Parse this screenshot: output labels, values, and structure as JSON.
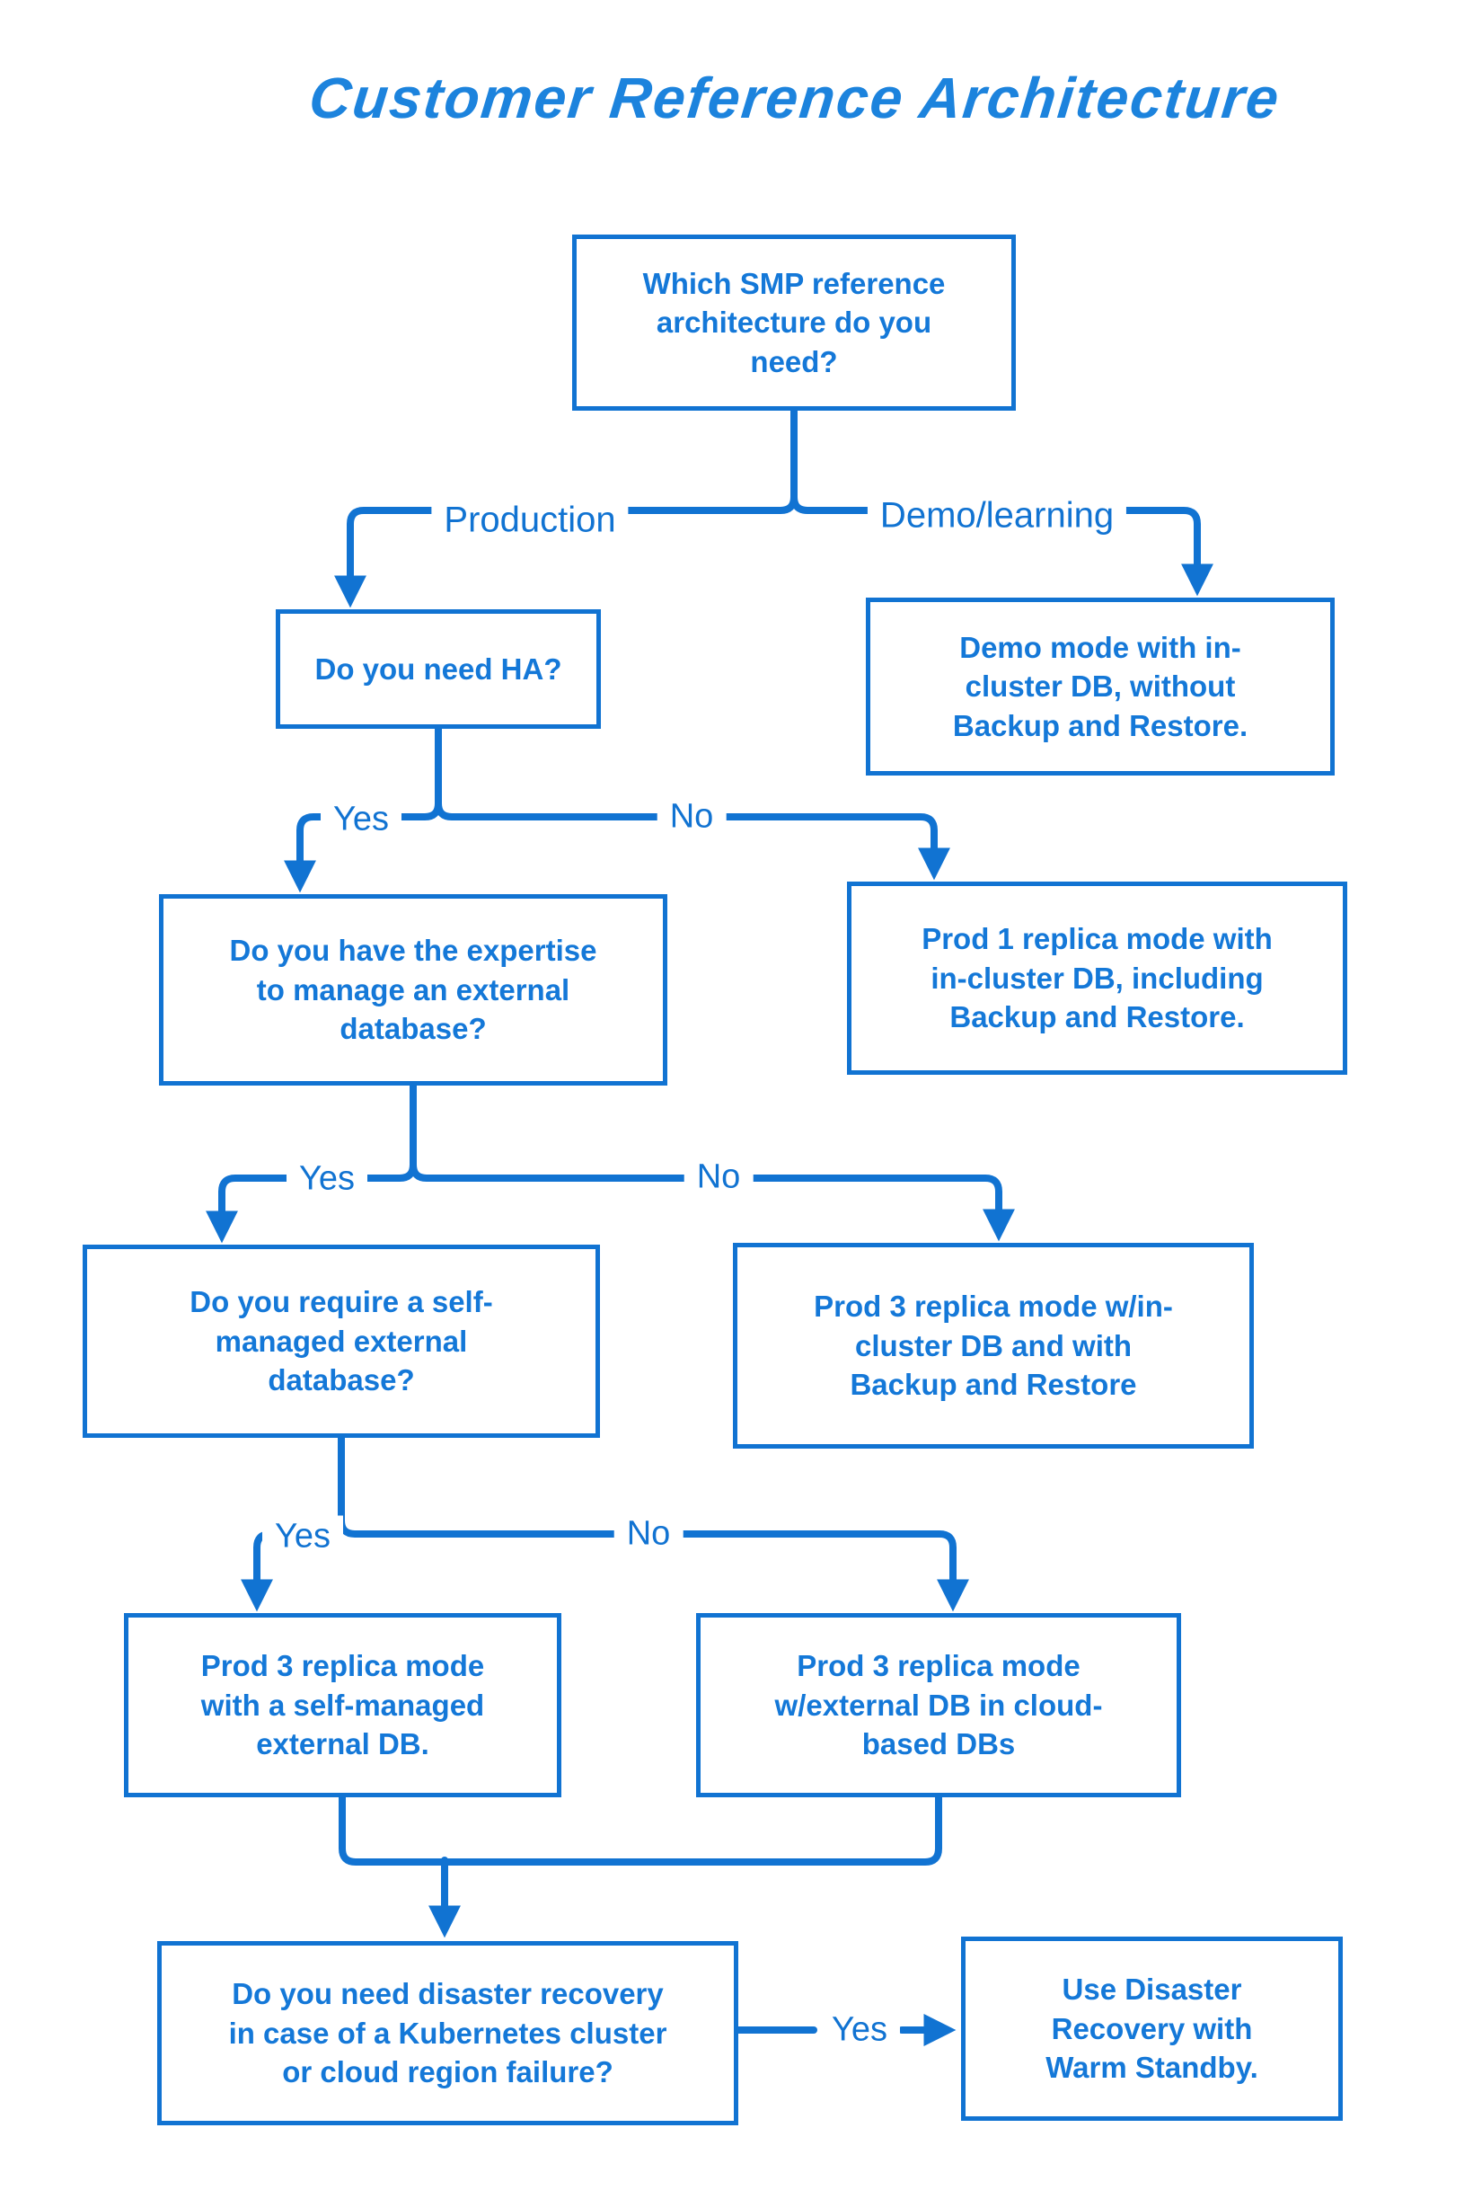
{
  "title": "Customer Reference Architecture",
  "colors": {
    "accent": "#1173d2",
    "text": "#1478d8",
    "title": "#1c83dd",
    "background": "#ffffff"
  },
  "nodes": {
    "q_main": {
      "text": "Which SMP reference\narchitecture do you\nneed?"
    },
    "q_ha": {
      "text": "Do you need HA?"
    },
    "r_demo": {
      "text": "Demo mode with in-\ncluster DB, without\nBackup and Restore."
    },
    "q_expertise": {
      "text": "Do you have the expertise\nto manage an external\ndatabase?"
    },
    "r_prod1": {
      "text": "Prod 1 replica mode with\nin-cluster DB, including\nBackup and Restore."
    },
    "q_selfmanaged": {
      "text": "Do you require a self-\nmanaged external\ndatabase?"
    },
    "r_prod3_incluster": {
      "text": "Prod 3 replica mode w/in-\ncluster DB and with\nBackup and Restore"
    },
    "r_prod3_selfmanaged": {
      "text": "Prod 3 replica mode\nwith a self-managed\nexternal DB."
    },
    "r_prod3_external": {
      "text": "Prod 3 replica mode\nw/external DB in cloud-\nbased DBs"
    },
    "q_dr": {
      "text": "Do you need disaster recovery\nin case of a Kubernetes cluster\nor cloud region failure?"
    },
    "r_dr": {
      "text": "Use Disaster\nRecovery with\nWarm Standby."
    }
  },
  "labels": {
    "production": "Production",
    "demo_learning": "Demo/learning",
    "yes_ha": "Yes",
    "no_ha": "No",
    "yes_expertise": "Yes",
    "no_expertise": "No",
    "yes_selfmanaged": "Yes",
    "no_selfmanaged": "No",
    "yes_dr": "Yes"
  }
}
